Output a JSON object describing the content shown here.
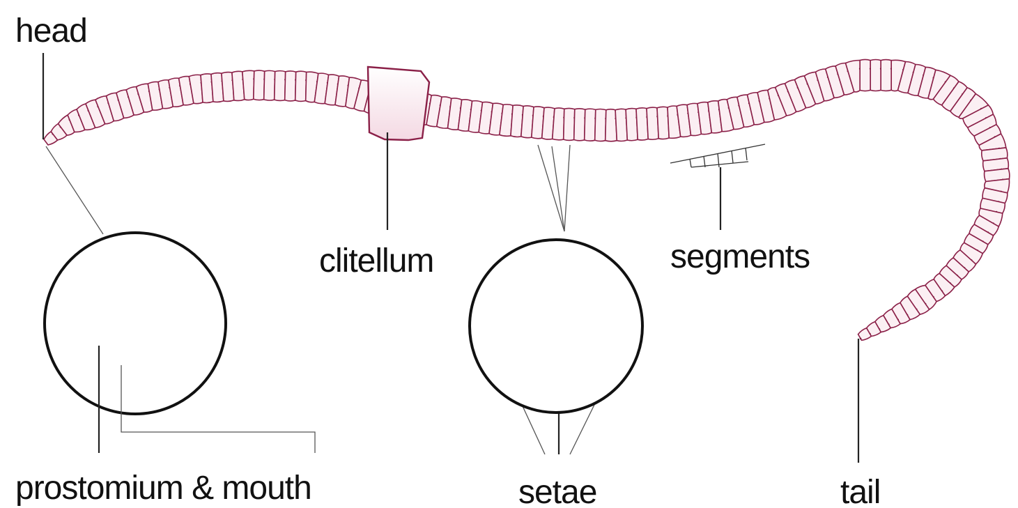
{
  "labels": {
    "head": "head",
    "clitellum": "clitellum",
    "segments": "segments",
    "prostomium": "prostomium & mouth",
    "setae": "setae",
    "tail": "tail"
  },
  "colors": {
    "worm_fill": "#fbeff3",
    "worm_outline": "#8a1f47",
    "prostomium_fill": "#e8b7c8",
    "setae_color": "#9b1f4c",
    "leader_color": "#222222"
  },
  "icons": {
    "worm": "earthworm-body",
    "head_magnifier": "magnifier-circle",
    "setae_magnifier": "magnifier-circle"
  }
}
